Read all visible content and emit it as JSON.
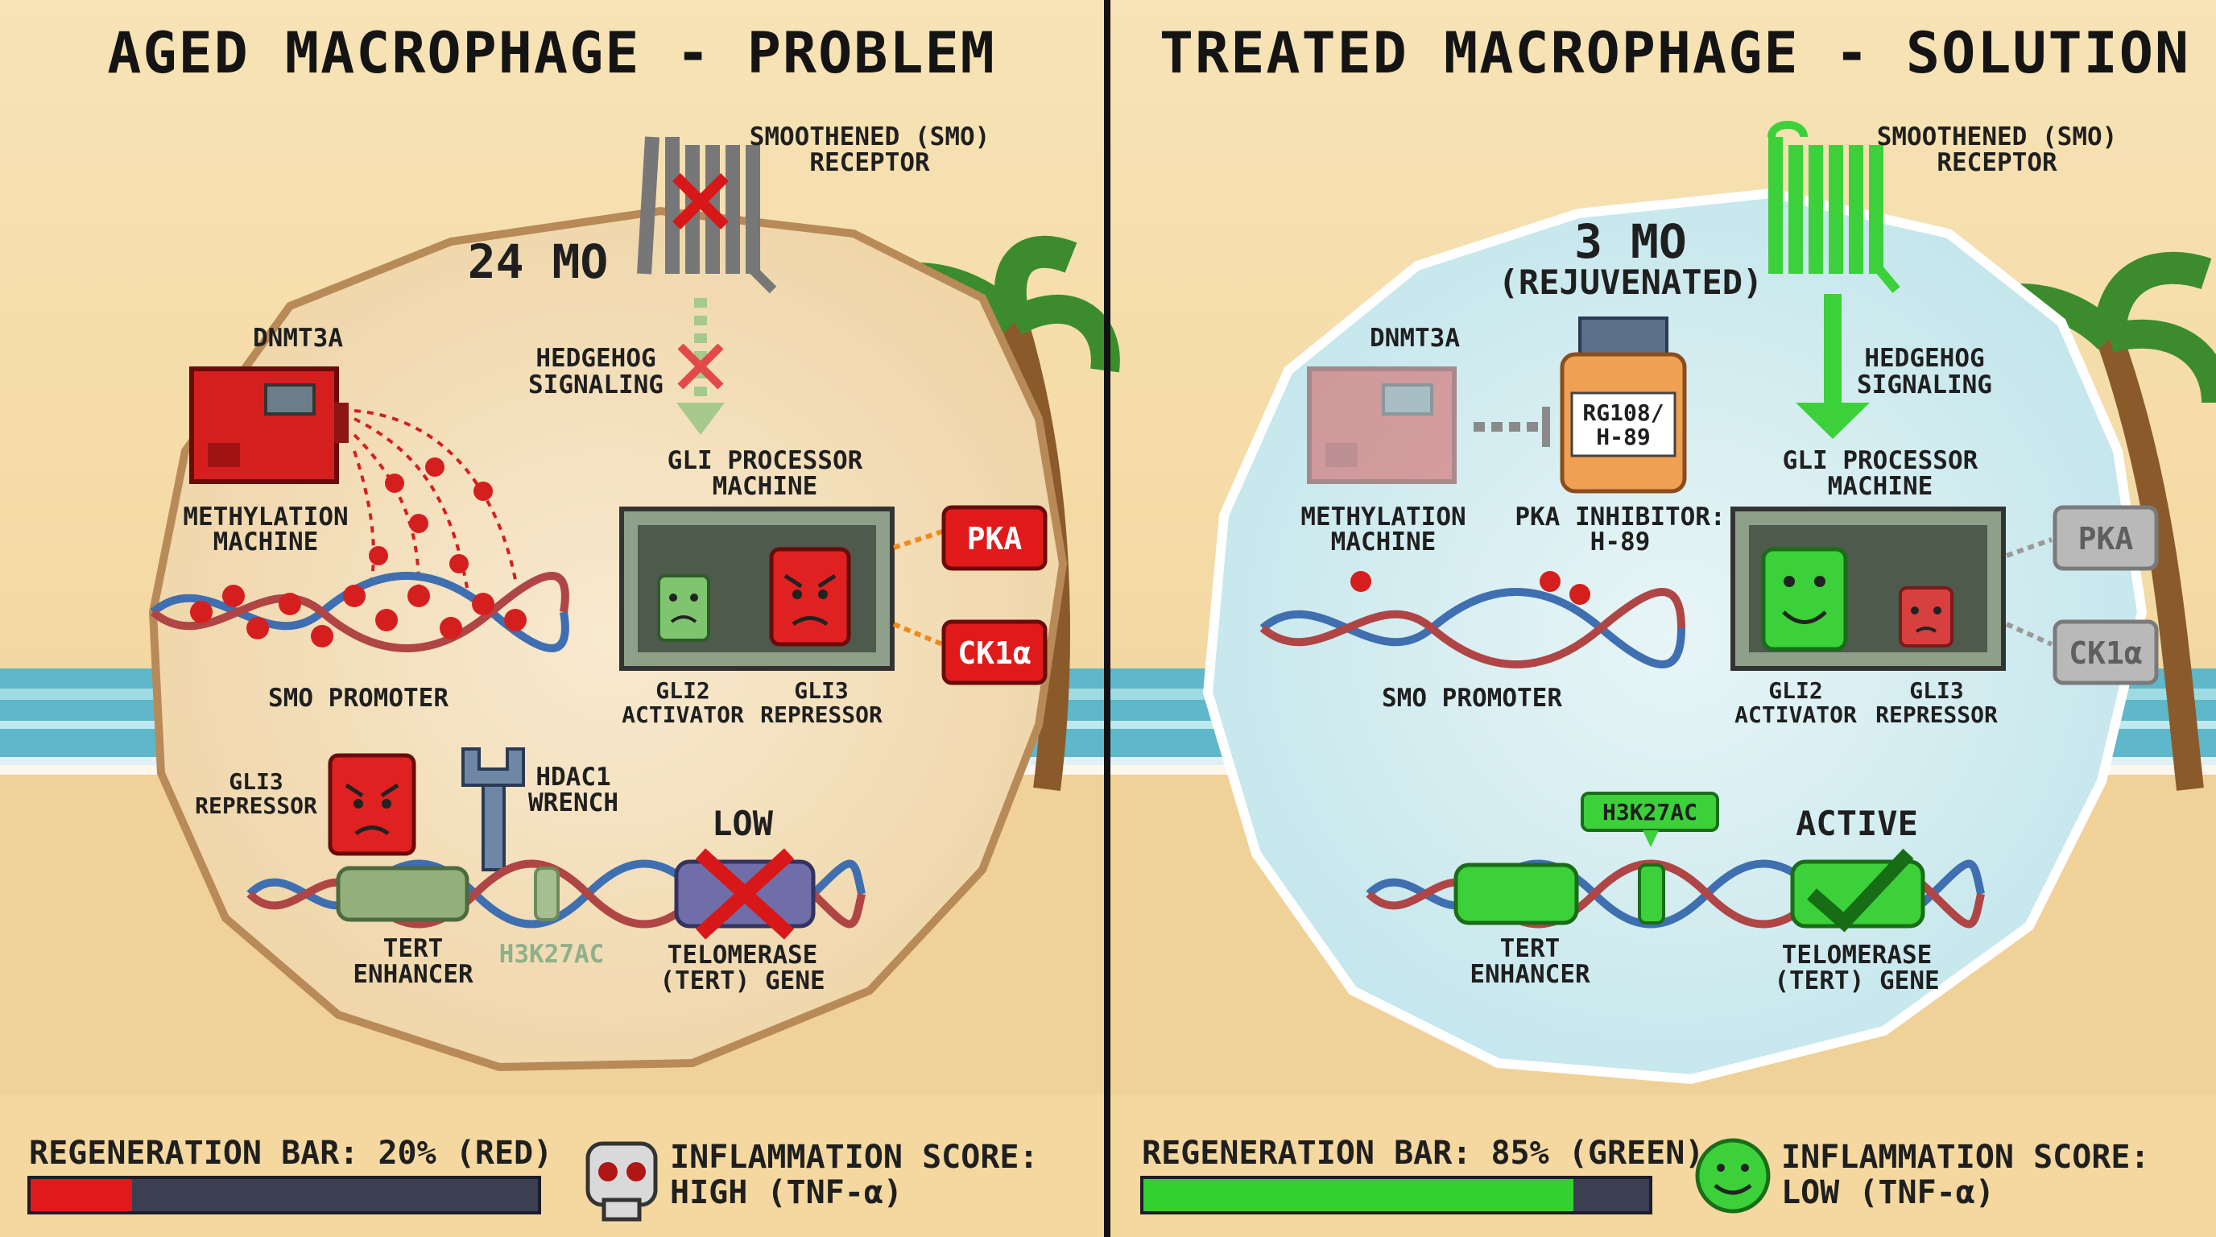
{
  "left": {
    "title": "AGED MACROPHAGE - PROBLEM",
    "age": "24 MO",
    "smo_receptor": [
      "SMOOTHENED (SMO)",
      "RECEPTOR"
    ],
    "hedgehog": [
      "HEDGEHOG",
      "SIGNALING"
    ],
    "dnmt3a": "DNMT3A",
    "methylation_machine": [
      "METHYLATION",
      "MACHINE"
    ],
    "smo_promoter": "SMO PROMOTER",
    "gli_processor": [
      "GLI PROCESSOR",
      "MACHINE"
    ],
    "pka": "PKA",
    "ck1a": "CK1α",
    "gli2": [
      "GLI2",
      "ACTIVATOR"
    ],
    "gli3": [
      "GLI3",
      "REPRESSOR"
    ],
    "gli3_repressor": [
      "GLI3",
      "REPRESSOR"
    ],
    "hdac1": [
      "HDAC1",
      "WRENCH"
    ],
    "tert_status": "LOW",
    "tert_enhancer": [
      "TERT",
      "ENHANCER"
    ],
    "h3k27ac": "H3K27AC",
    "telomerase": [
      "TELOMERASE",
      "(TERT) GENE"
    ],
    "regen_label": "REGENERATION BAR: 20% (RED)",
    "regen_value": 0.2,
    "regen_color": "#e01a1a",
    "inflammation": [
      "INFLAMMATION SCORE:",
      "HIGH (TNF-α)"
    ],
    "inflammation_icon": "skull-icon"
  },
  "right": {
    "title": "TREATED MACROPHAGE - SOLUTION",
    "age": [
      "3 MO",
      "(REJUVENATED)"
    ],
    "smo_receptor": [
      "SMOOTHENED (SMO)",
      "RECEPTOR"
    ],
    "hedgehog": [
      "HEDGEHOG",
      "SIGNALING"
    ],
    "dnmt3a": "DNMT3A",
    "methylation_machine": [
      "METHYLATION",
      "MACHINE"
    ],
    "drug_bottle": [
      "RG108/",
      "H-89"
    ],
    "pka_inhibitor": [
      "PKA INHIBITOR:",
      "H-89"
    ],
    "smo_promoter": "SMO PROMOTER",
    "gli_processor": [
      "GLI PROCESSOR",
      "MACHINE"
    ],
    "pka": "PKA",
    "ck1a": "CK1α",
    "gli2": [
      "GLI2",
      "ACTIVATOR"
    ],
    "gli3": [
      "GLI3",
      "REPRESSOR"
    ],
    "h3k27ac": "H3K27AC",
    "tert_status": "ACTIVE",
    "tert_enhancer": [
      "TERT",
      "ENHANCER"
    ],
    "telomerase": [
      "TELOMERASE",
      "(TERT) GENE"
    ],
    "regen_label": "REGENERATION BAR: 85% (GREEN)",
    "regen_value": 0.85,
    "regen_color": "#33d12f",
    "inflammation": [
      "INFLAMMATION SCORE:",
      "LOW (TNF-α)"
    ],
    "inflammation_icon": "smiley-icon"
  },
  "colors": {
    "sand": "#f3d9a2",
    "sea": "#5eb8c9",
    "sky": "#f6dcaa",
    "red": "#e01a1a",
    "green": "#33d12f",
    "divider": "#111111"
  }
}
